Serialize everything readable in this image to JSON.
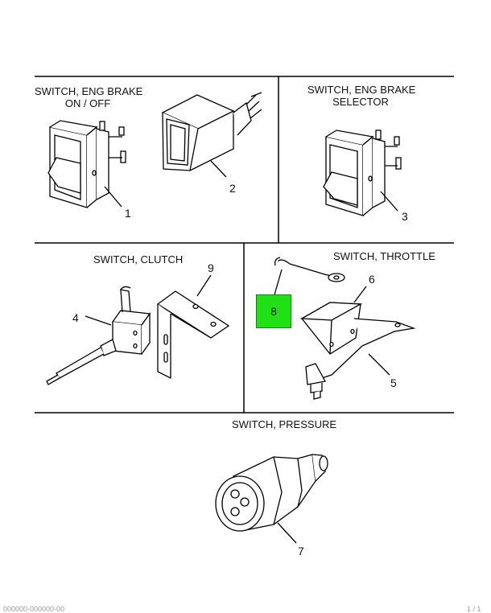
{
  "panels": {
    "eng_brake_on_off": {
      "title_line1": "SWITCH, ENG BRAKE",
      "title_line2": "ON / OFF"
    },
    "eng_brake_selector": {
      "title_line1": "SWITCH, ENG BRAKE",
      "title_line2": "SELECTOR"
    },
    "clutch": {
      "title": "SWITCH, CLUTCH"
    },
    "throttle": {
      "title": "SWITCH, THROTTLE"
    },
    "pressure": {
      "title": "SWITCH, PRESSURE"
    }
  },
  "callouts": {
    "c1": "1",
    "c2": "2",
    "c3": "3",
    "c4": "4",
    "c5": "5",
    "c6": "6",
    "c7": "7",
    "c8": "8",
    "c9": "9"
  },
  "highlight_color": "#22e016",
  "footer": {
    "left": "000000-000000-00",
    "right": "1 / 1"
  }
}
